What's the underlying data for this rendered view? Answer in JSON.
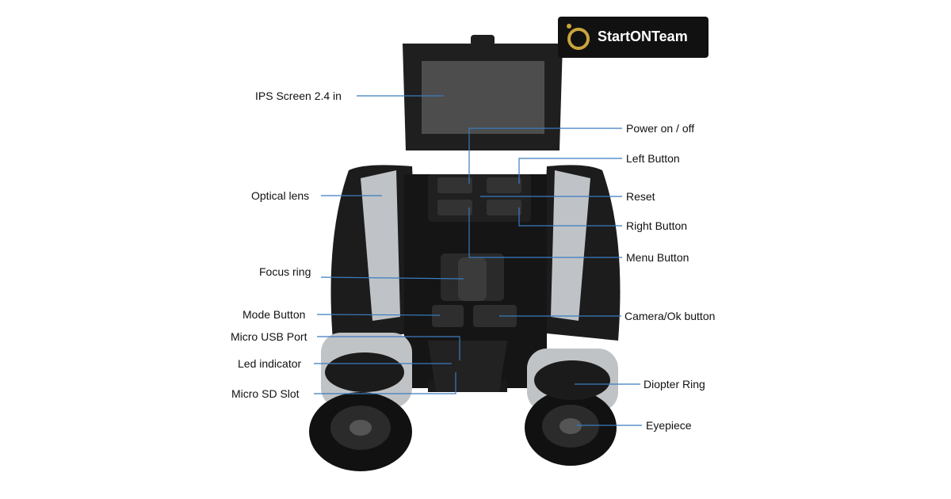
{
  "logo": {
    "text": "StartONTeam",
    "accent": "#c9a53c"
  },
  "line_color": "#3a7bbf",
  "labels_left": [
    "IPS Screen 2.4 in",
    "Optical lens",
    "Focus ring",
    "Mode Button",
    "Micro USB Port",
    "Led indicator",
    "Micro SD Slot"
  ],
  "labels_right": [
    "Power on / off",
    "Left Button",
    "Reset",
    "Right Button",
    "Menu Button",
    "Camera/Ok button",
    "Diopter Ring",
    "Eyepiece"
  ]
}
